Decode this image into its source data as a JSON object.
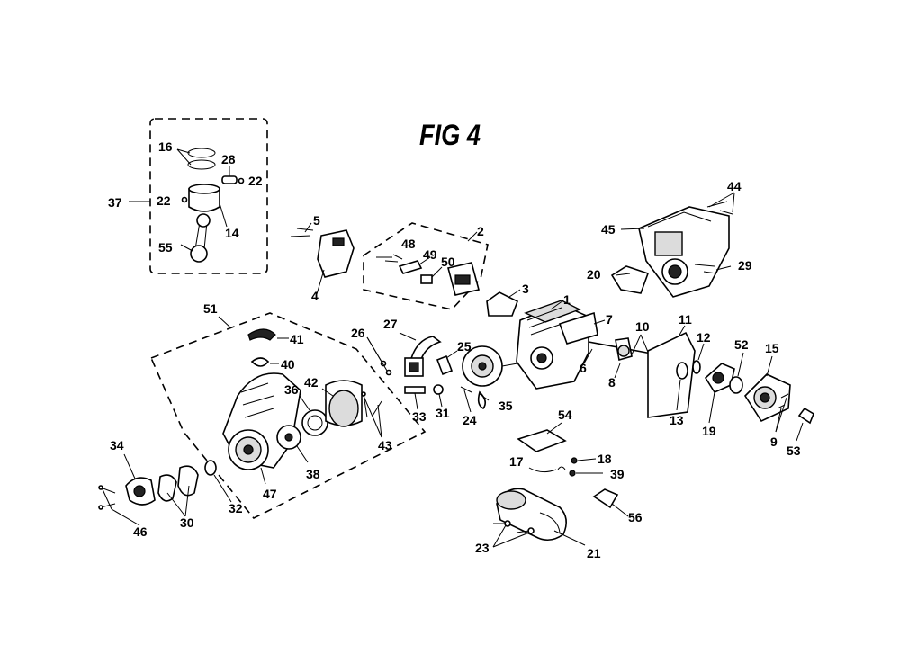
{
  "figure": {
    "title": "FIG 4"
  },
  "callouts": [
    "1",
    "2",
    "3",
    "4",
    "5",
    "6",
    "7",
    "8",
    "9",
    "10",
    "11",
    "12",
    "13",
    "14",
    "15",
    "16",
    "17",
    "18",
    "19",
    "20",
    "21",
    "22",
    "22",
    "23",
    "24",
    "25",
    "26",
    "27",
    "28",
    "29",
    "30",
    "31",
    "32",
    "33",
    "34",
    "35",
    "36",
    "37",
    "38",
    "39",
    "40",
    "41",
    "42",
    "43",
    "44",
    "45",
    "46",
    "47",
    "48",
    "49",
    "50",
    "51",
    "52",
    "53",
    "54",
    "55",
    "56"
  ],
  "parts": {
    "p1": "1",
    "p2": "2",
    "p3": "3",
    "p4": "4",
    "p5": "5",
    "p6": "6",
    "p7": "7",
    "p8": "8",
    "p9": "9",
    "p10": "10",
    "p11": "11",
    "p12": "12",
    "p13": "13",
    "p14": "14",
    "p15": "15",
    "p16": "16",
    "p17": "17",
    "p18": "18",
    "p19": "19",
    "p20": "20",
    "p21": "21",
    "p22a": "22",
    "p22b": "22",
    "p23": "23",
    "p24": "24",
    "p25": "25",
    "p26": "26",
    "p27": "27",
    "p28": "28",
    "p29": "29",
    "p30": "30",
    "p31": "31",
    "p32": "32",
    "p33": "33",
    "p34": "34",
    "p35": "35",
    "p36": "36",
    "p37": "37",
    "p38": "38",
    "p39": "39",
    "p40": "40",
    "p41": "41",
    "p42": "42",
    "p43": "43",
    "p44": "44",
    "p45": "45",
    "p46": "46",
    "p47": "47",
    "p48": "48",
    "p49": "49",
    "p50": "50",
    "p51": "51",
    "p52": "52",
    "p53": "53",
    "p54": "54",
    "p55": "55",
    "p56": "56"
  }
}
